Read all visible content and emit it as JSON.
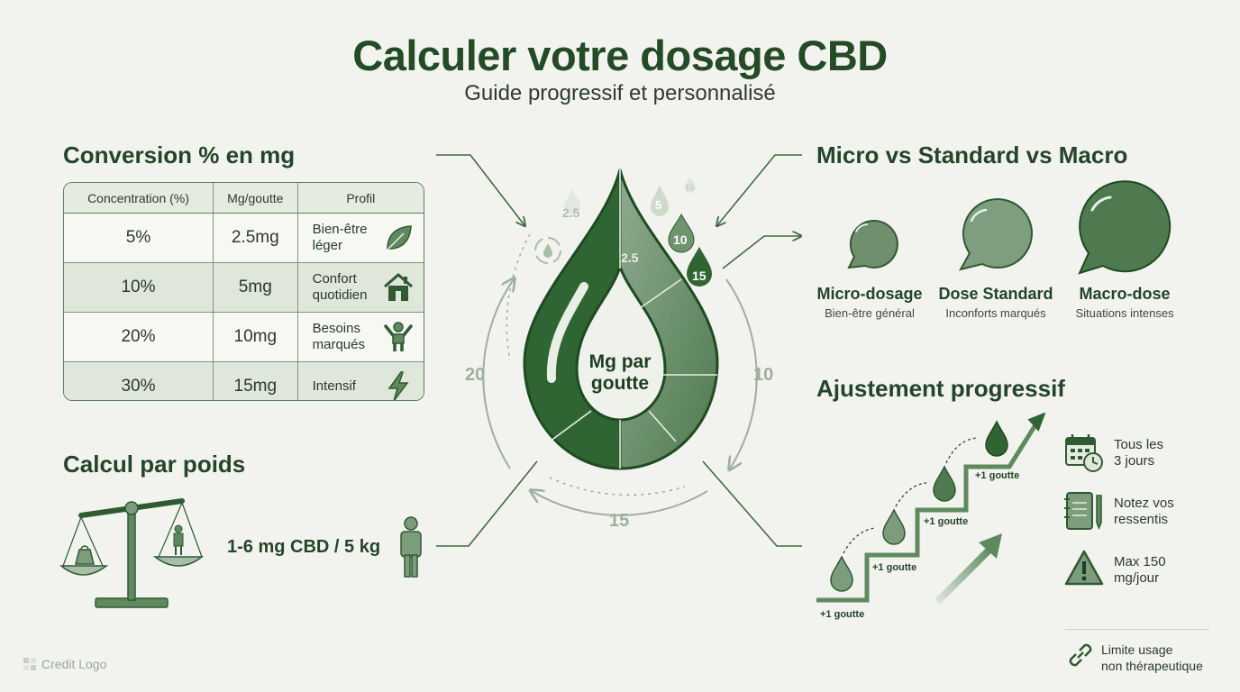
{
  "header": {
    "title": "Calculer votre dosage CBD",
    "subtitle": "Guide progressif et personnalisé"
  },
  "conversion": {
    "heading": "Conversion % en mg",
    "columns": [
      "Concentration (%)",
      "Mg/goutte",
      "Profil"
    ],
    "rows": [
      {
        "concentration": "5%",
        "mg": "2.5mg",
        "profile": "Bien-être léger",
        "icon": "leaf-icon"
      },
      {
        "concentration": "10%",
        "mg": "5mg",
        "profile": "Confort quotidien",
        "icon": "house-icon"
      },
      {
        "concentration": "20%",
        "mg": "10mg",
        "profile": "Besoins marqués",
        "icon": "person-arms-up-icon"
      },
      {
        "concentration": "30%",
        "mg": "15mg",
        "profile": "Intensif",
        "icon": "lightning-icon"
      }
    ]
  },
  "weight": {
    "heading": "Calcul par poids",
    "formula": "1-6 mg CBD / 5 kg"
  },
  "center_drop": {
    "label_line1": "Mg par",
    "label_line2": "goutte",
    "segment_value": "2.5",
    "small_drops": [
      "2.5",
      "5",
      "10",
      "15"
    ],
    "faint_top_value": "15",
    "ring_numbers": {
      "left": "20",
      "right": "10",
      "bottom": "15"
    }
  },
  "sizes": {
    "heading": "Micro vs Standard vs Macro",
    "items": [
      {
        "label": "Micro-dosage",
        "sub": "Bien-être général"
      },
      {
        "label": "Dose Standard",
        "sub": "Inconforts marqués"
      },
      {
        "label": "Macro-dose",
        "sub": "Situations intenses"
      }
    ]
  },
  "adjust": {
    "heading": "Ajustement progressif",
    "step_label": "+1 goutte",
    "tips": [
      {
        "line1": "Tous les",
        "line2": "3 jours",
        "icon": "calendar-clock-icon"
      },
      {
        "line1": "Notez vos",
        "line2": "ressentis",
        "icon": "notebook-icon"
      },
      {
        "line1": "Max 150",
        "line2": "mg/jour",
        "icon": "warning-icon"
      }
    ],
    "footer": {
      "line1": "Limite usage",
      "line2": "non thérapeutique",
      "icon": "link-icon"
    }
  },
  "credit": "Credit Logo",
  "colors": {
    "background": "#f2f3ee",
    "dark_green": "#2f6532",
    "mid_green": "#5f8a5f",
    "light_green": "#a9bea9"
  }
}
